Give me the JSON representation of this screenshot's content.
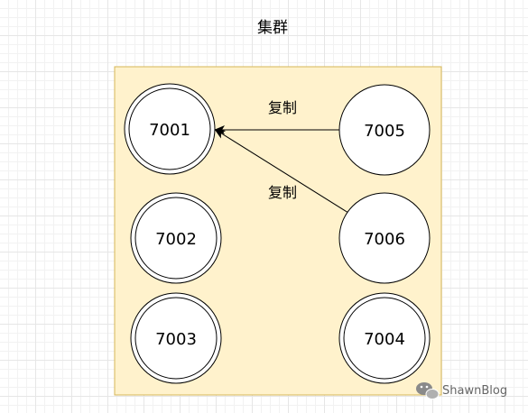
{
  "title": "集群",
  "colors": {
    "container_fill": "#fff2cc",
    "container_stroke": "#d6b656",
    "node_fill": "#ffffff",
    "node_stroke": "#000000",
    "edge": "#000000"
  },
  "nodes": [
    {
      "id": "n7001",
      "label": "7001",
      "double_border": true
    },
    {
      "id": "n7002",
      "label": "7002",
      "double_border": true
    },
    {
      "id": "n7003",
      "label": "7003",
      "double_border": true
    },
    {
      "id": "n7005",
      "label": "7005",
      "double_border": false
    },
    {
      "id": "n7006",
      "label": "7006",
      "double_border": false
    },
    {
      "id": "n7004",
      "label": "7004",
      "double_border": true
    }
  ],
  "edges": [
    {
      "from": "n7005",
      "to": "n7001",
      "label": "复制"
    },
    {
      "from": "n7006",
      "to": "n7001",
      "label": "复制"
    }
  ],
  "watermark": {
    "text": "ShawnBlog",
    "icon": "wechat-icon"
  }
}
